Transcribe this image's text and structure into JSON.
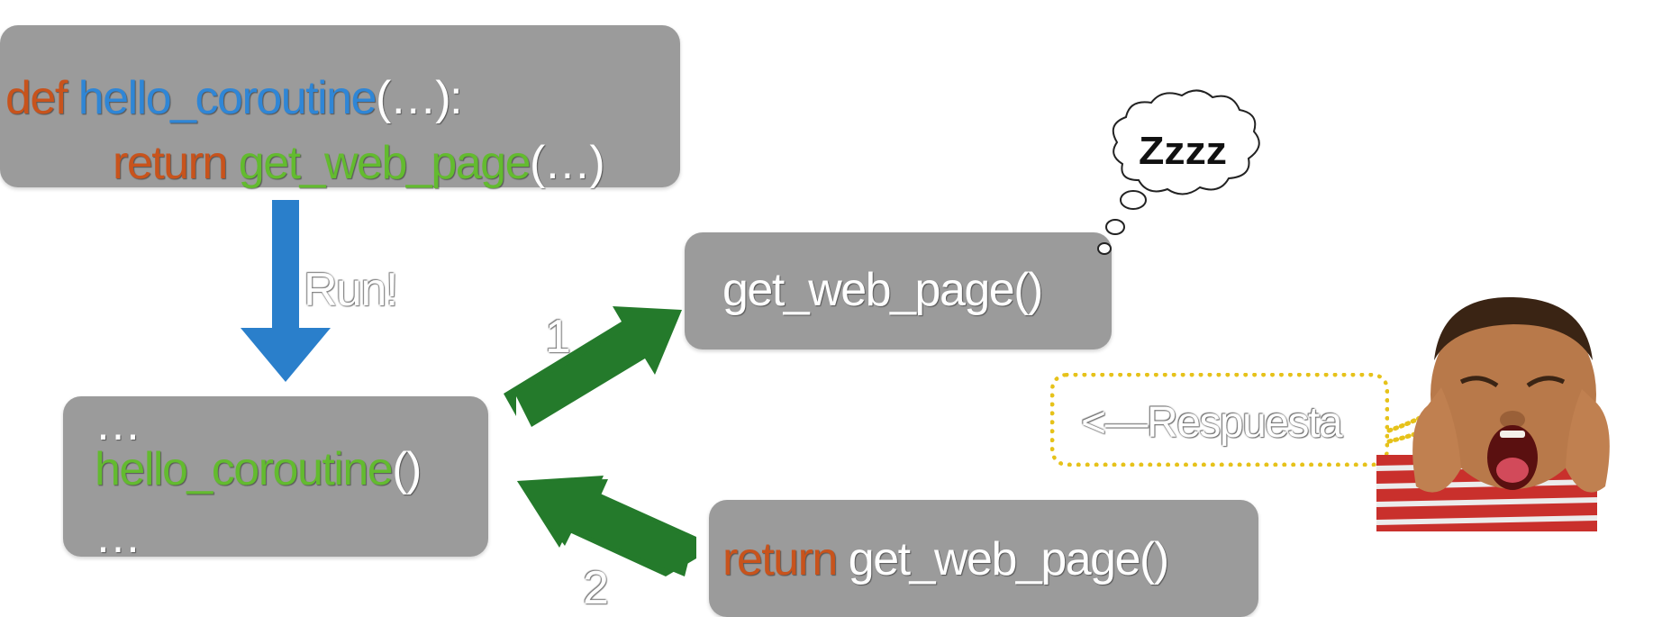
{
  "definition": {
    "kw_def": "def",
    "fn_name": "hello_coroutine",
    "params": "(…):",
    "kw_return": "return",
    "called_fn": "get_web_page",
    "call_args": "(…)"
  },
  "run_label": "Run!",
  "caller": {
    "ellipsis_top": "…",
    "fn_name": "hello_coroutine",
    "parens": "()",
    "ellipsis_bottom": "…"
  },
  "sleeping_call": {
    "text": "get_web_page()",
    "thought": "Zzzz"
  },
  "return_call": {
    "kw_return": "return",
    "text": "get_web_page()"
  },
  "step_labels": {
    "first": "1",
    "second": "2"
  },
  "response_label": "<—Respuesta",
  "colors": {
    "box_gray": "#9b9b9b",
    "keyword_orange": "#c8531c",
    "function_blue": "#2f86d6",
    "function_green": "#63bb2f",
    "run_arrow_blue": "#2a7fcb",
    "flow_arrow_green": "#247a2b",
    "response_dotted_yellow": "#e6c21a"
  },
  "icons": {
    "thought_bubble": "thought-bubble-icon",
    "shouting_child": "shouting-child-image"
  }
}
